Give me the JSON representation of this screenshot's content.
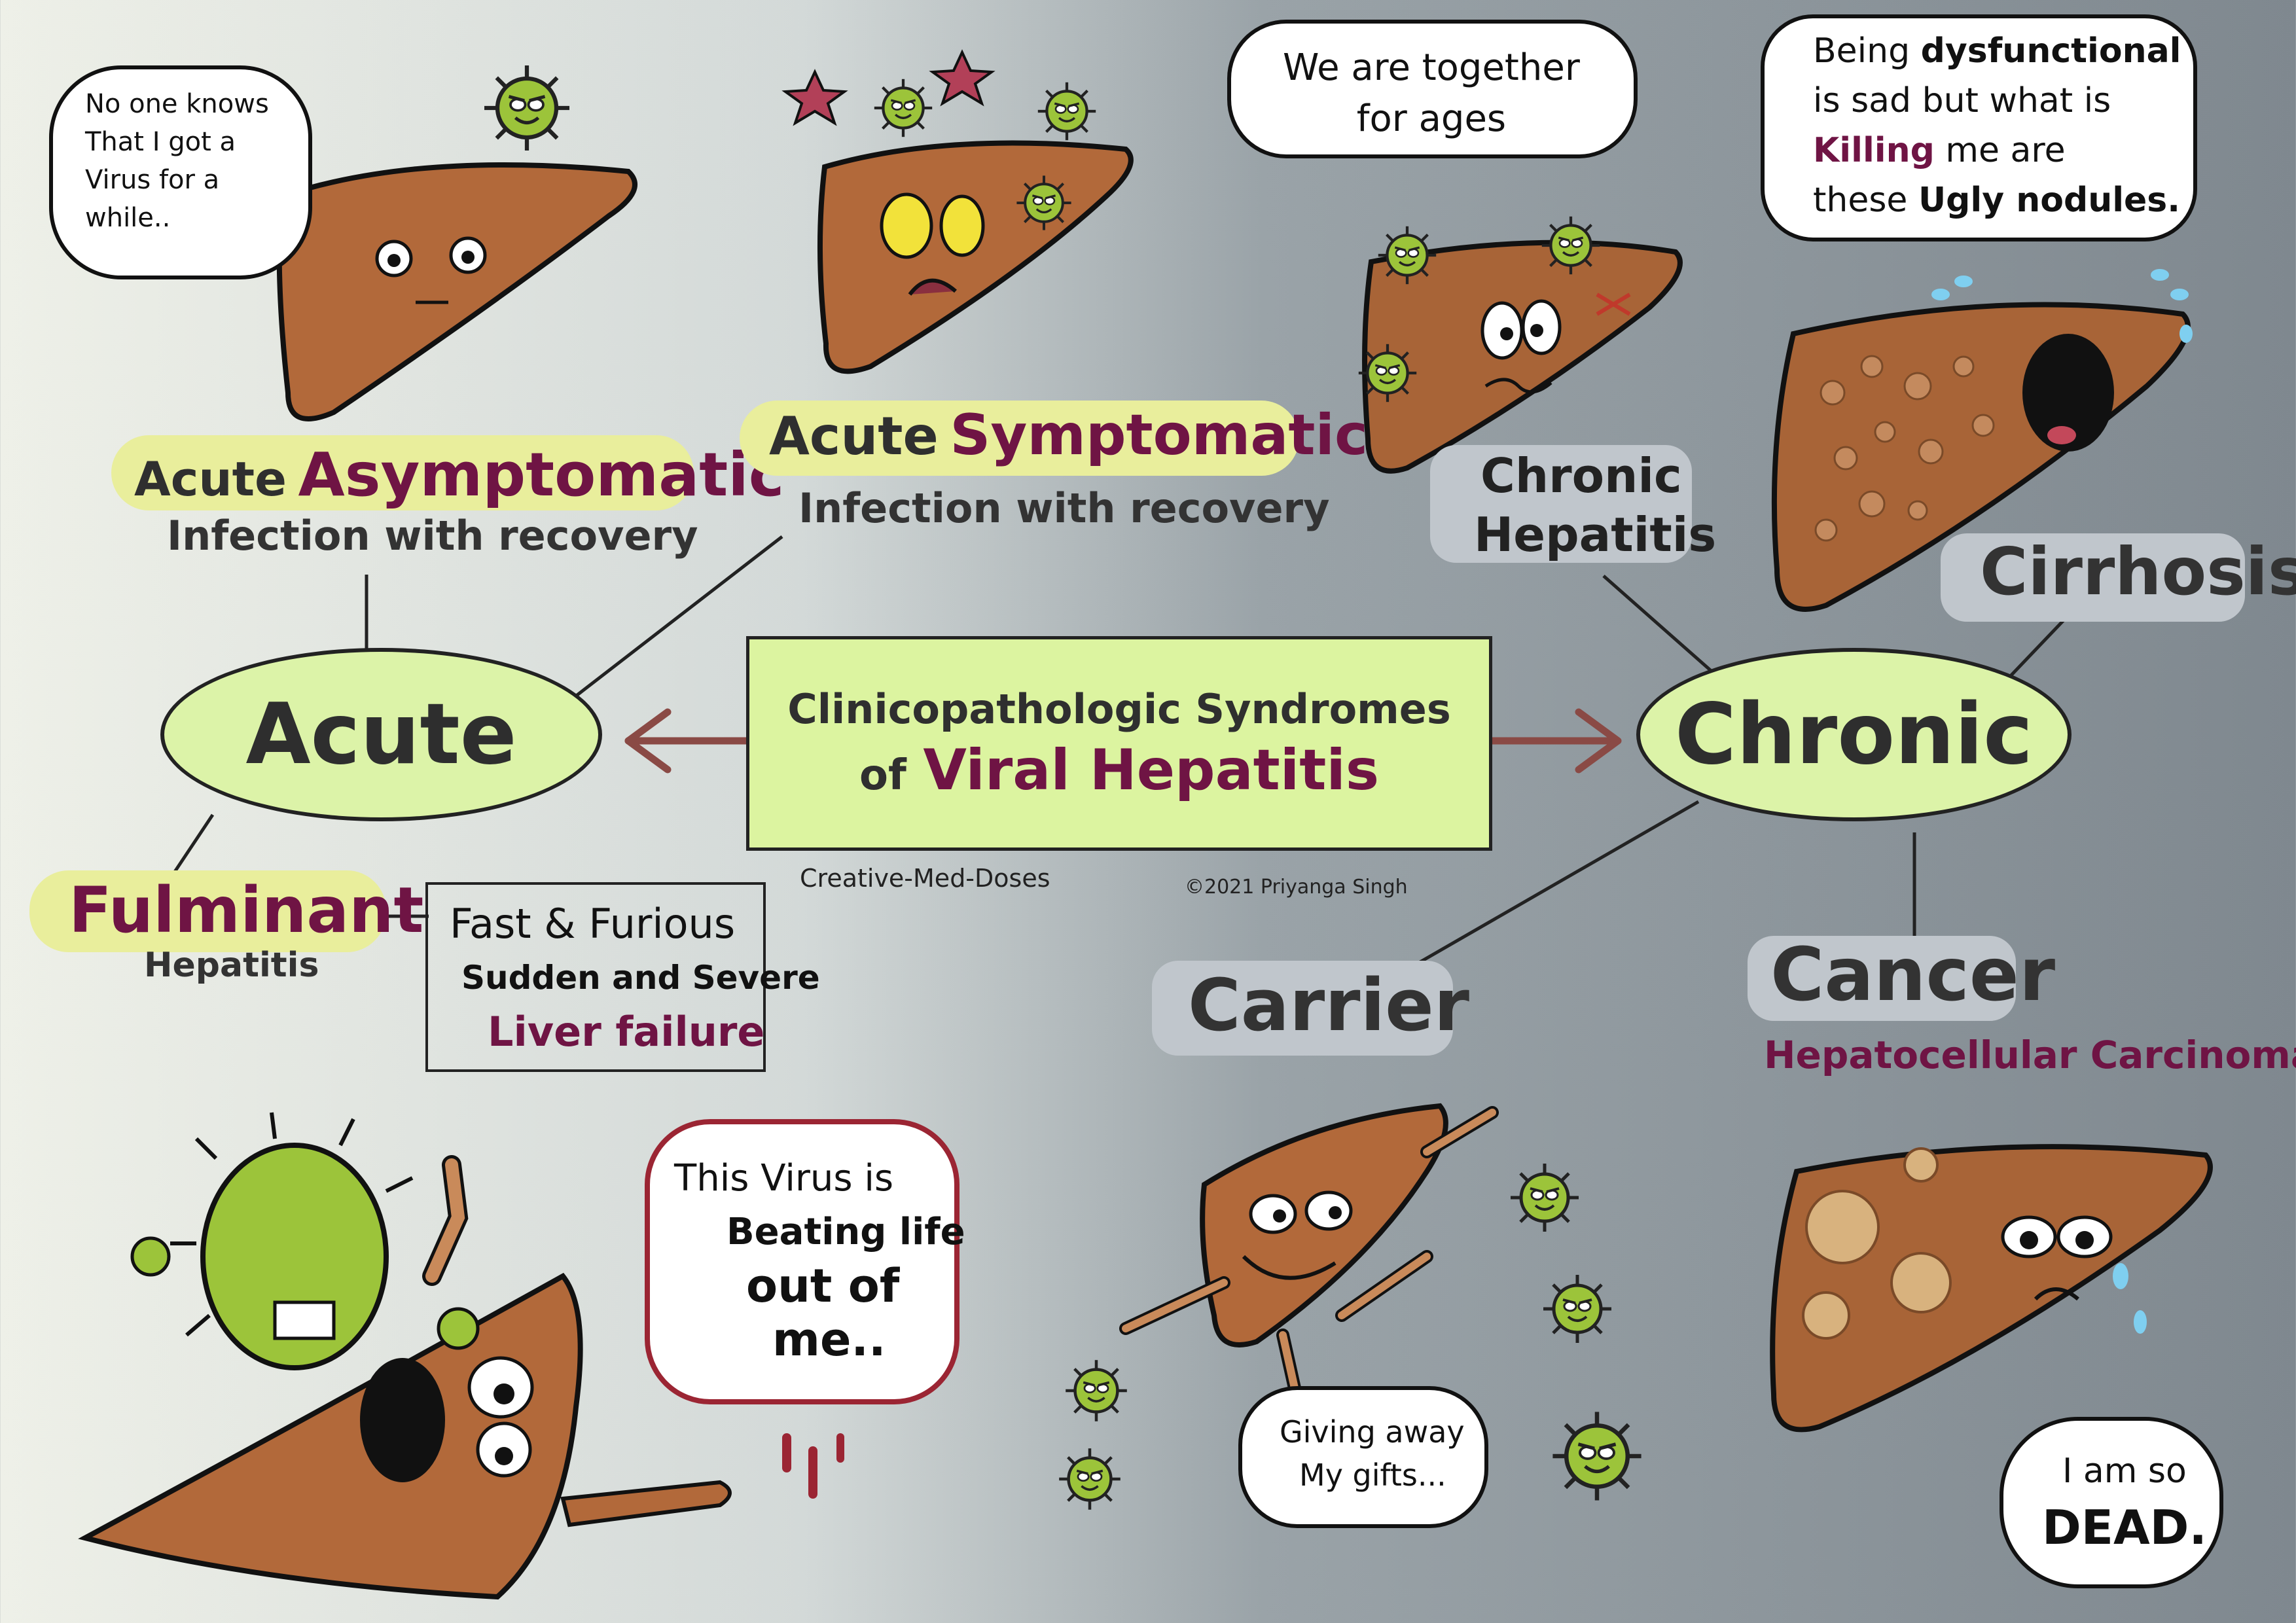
{
  "center_title": {
    "line1": "Clinicopathologic Syndromes",
    "line2_prefix": "of",
    "line2_emph": "Viral Hepatitis"
  },
  "credits": {
    "brand": "Creative-Med-Doses",
    "copyright": "©2021 Priyanga Singh"
  },
  "acute": {
    "label": "Acute",
    "asymptomatic": {
      "prefix": "Acute",
      "emph": "Asymptomatic",
      "sub": "Infection with recovery",
      "bubble": [
        "No one knows",
        "That I got a",
        "Virus for a",
        "while.."
      ]
    },
    "symptomatic": {
      "prefix": "Acute",
      "emph": "Symptomatic",
      "sub": "Infection with recovery"
    },
    "fulminant": {
      "emph": "Fulminant",
      "sub": "Hepatitis",
      "box": [
        "Fast & Furious",
        "Sudden and Severe",
        "Liver failure"
      ],
      "bubble": [
        "This Virus is",
        "Beating life",
        "out of",
        "me.."
      ]
    }
  },
  "chronic": {
    "label": "Chronic",
    "hepatitis": {
      "label": [
        "Chronic",
        "Hepatitis"
      ],
      "bubble": [
        "We are together",
        "for ages"
      ]
    },
    "cirrhosis": {
      "label": "Cirrhosis",
      "bubble": [
        [
          "Being ",
          "dysfunctional"
        ],
        [
          "is sad but what is"
        ],
        [
          "Killing",
          " me are"
        ],
        [
          "these ",
          "Ugly nodules."
        ]
      ]
    },
    "carrier": {
      "label": "Carrier",
      "bubble": [
        "Giving away",
        "My gifts..."
      ]
    },
    "cancer": {
      "label": "Cancer",
      "sub": "Hepatocellular Carcinoma",
      "bubble": [
        "I am so",
        "DEAD."
      ]
    }
  },
  "colors": {
    "ellipse": "#dcf3a8",
    "center_box": "#dcf4a0",
    "liver": "#b2693a",
    "virus": "#9cc43a",
    "arrow": "#8a4a45",
    "highlight": "#e9ee9c",
    "maroon": "#6f1444"
  }
}
